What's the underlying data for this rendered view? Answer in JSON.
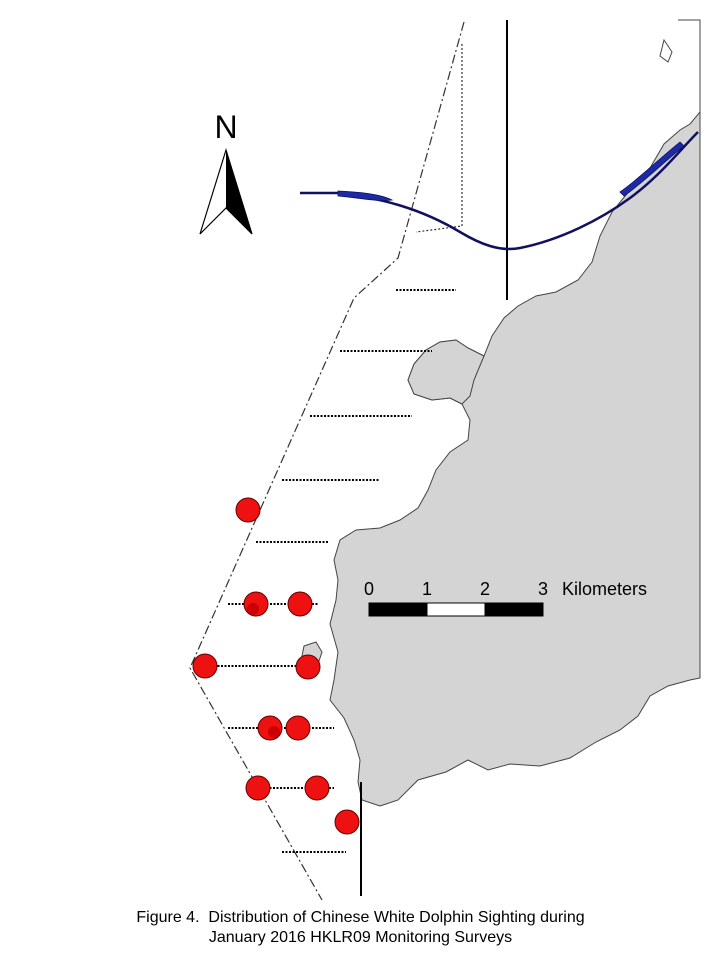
{
  "figure": {
    "caption_line1": "Figure 4.  Distribution of Chinese White Dolphin Sighting during",
    "caption_line2": "January 2016 HKLR09 Monitoring Surveys"
  },
  "map": {
    "north_label": "N",
    "scale_bar": {
      "ticks": [
        "0",
        "1",
        "2",
        "3"
      ],
      "unit": "Kilometers"
    },
    "colors": {
      "land": "#d4d4d4",
      "water": "#ffffff",
      "sighting": "#ee1111",
      "bridge_route": "#1c2aa6",
      "transect": "#000000"
    },
    "sightings_count": 12
  }
}
